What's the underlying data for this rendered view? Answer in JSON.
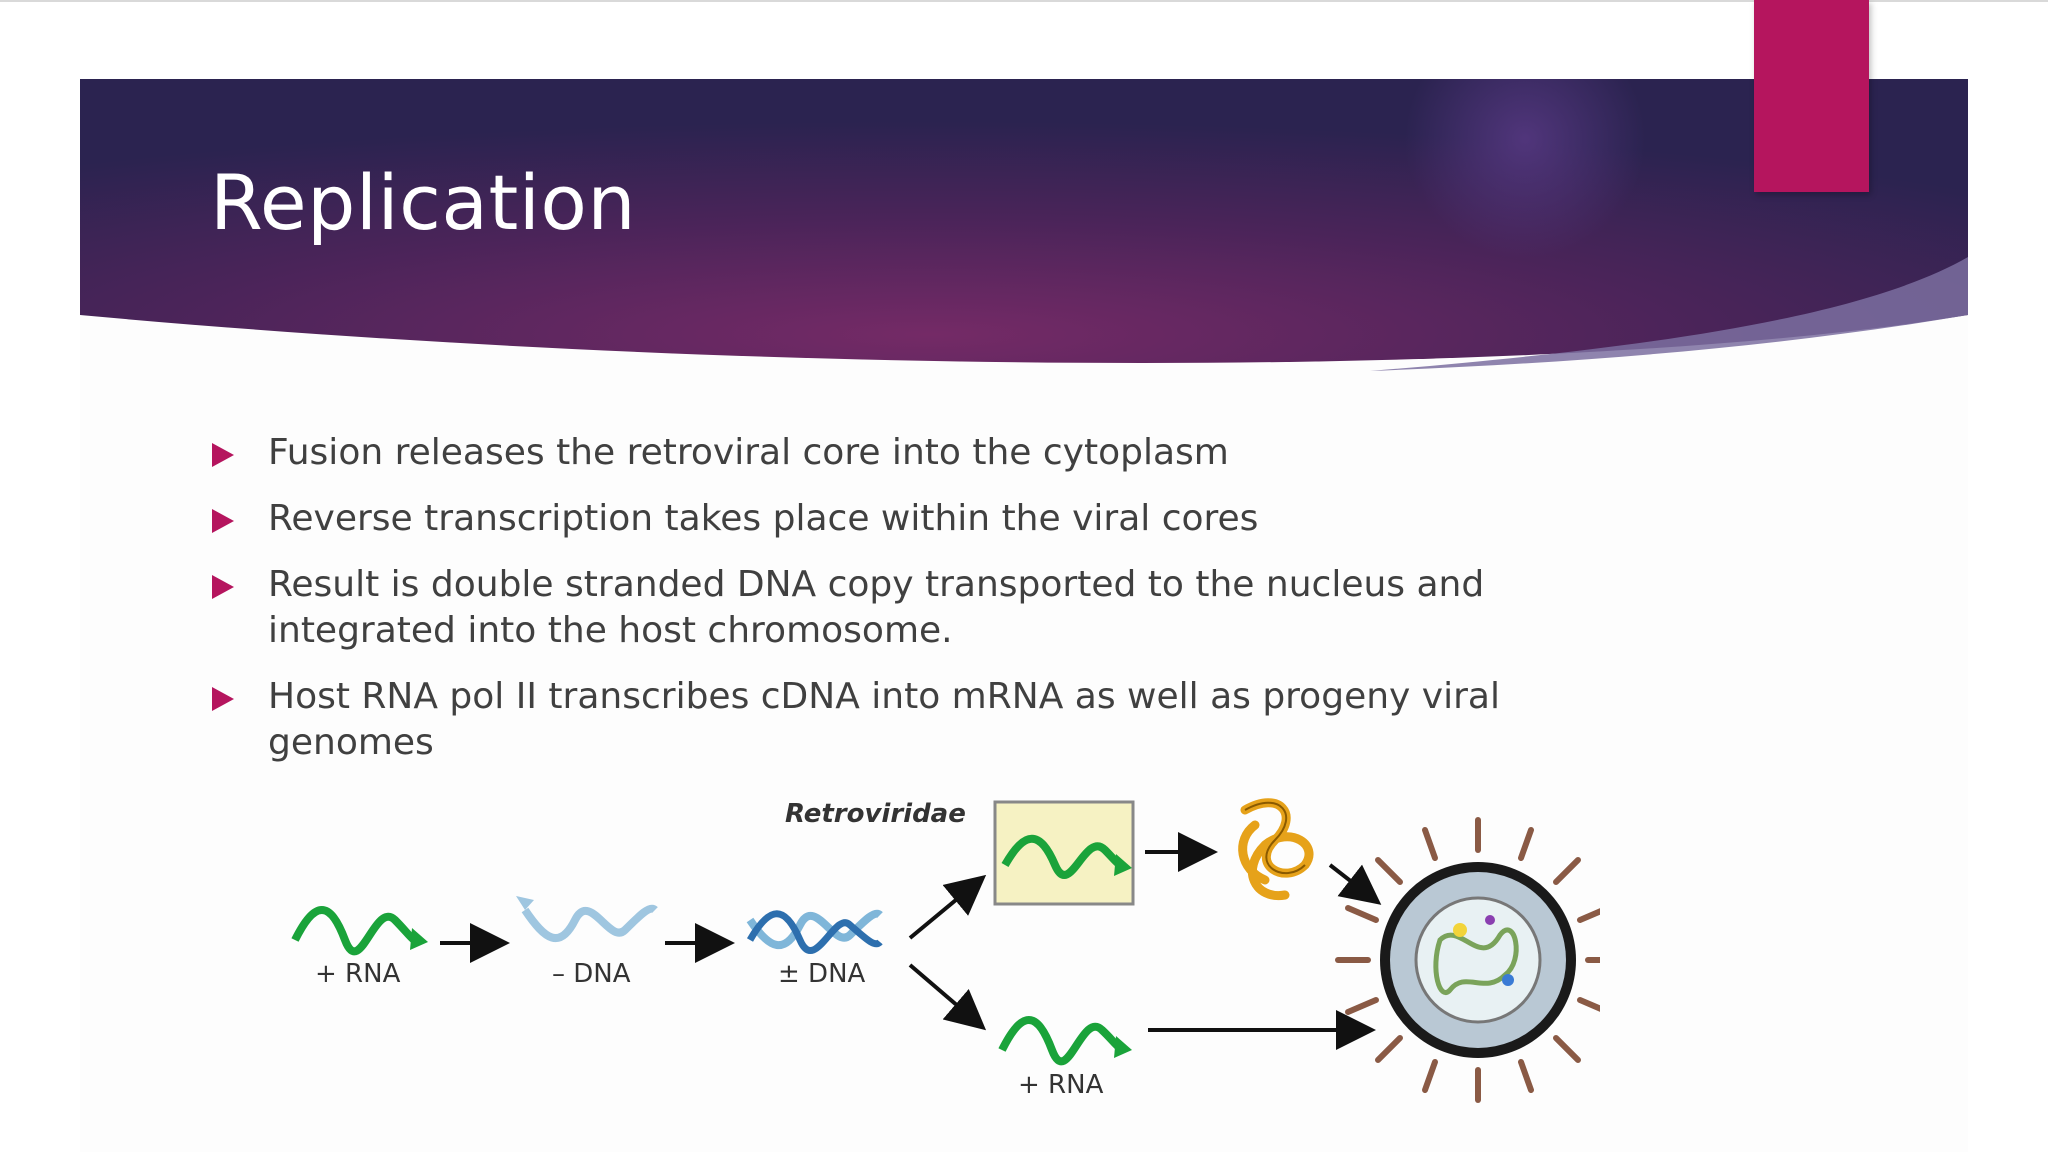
{
  "slide": {
    "title": "Replication",
    "bullets": [
      "Fusion releases the retroviral core into the cytoplasm",
      "Reverse transcription takes place within the viral cores",
      "Result is double stranded DNA copy transported to the nucleus and integrated into the host chromosome.",
      "Host RNA pol II transcribes cDNA into mRNA as well as progeny viral genomes"
    ]
  },
  "figure": {
    "title": "Retroviridae",
    "labels": {
      "rna_start": "+ RNA",
      "neg_dna": "– DNA",
      "ds_dna": "± DNA",
      "rna_end": "+ RNA"
    }
  },
  "colors": {
    "banner_dark": "#2b2350",
    "banner_mid": "#6b2a63",
    "accent": "#b5155e",
    "rna_green": "#1aa33a",
    "dna_blue": "#7fb6d9",
    "protein_orange": "#e6a21a",
    "box_fill": "#f6f2c3"
  }
}
